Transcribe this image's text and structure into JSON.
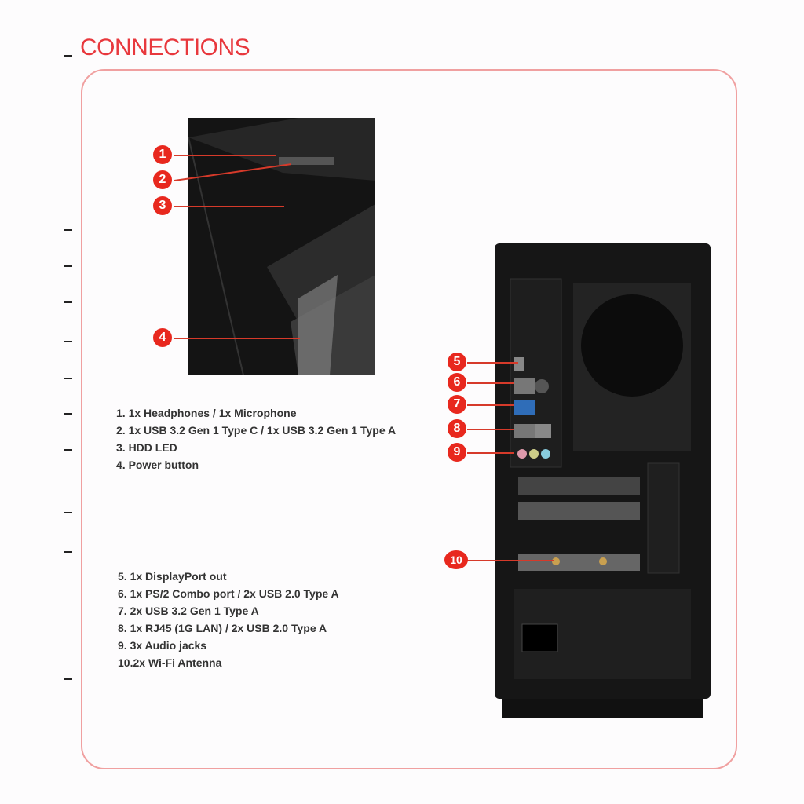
{
  "header": {
    "title": "CONNECTIONS"
  },
  "front": {
    "callouts": [
      "1",
      "2",
      "3",
      "4"
    ],
    "items": [
      "1. 1x Headphones / 1x Microphone",
      "2. 1x USB 3.2 Gen 1 Type C / 1x USB 3.2 Gen 1 Type A",
      "3. HDD LED",
      "4. Power button"
    ]
  },
  "rear": {
    "callouts": [
      "5",
      "6",
      "7",
      "8",
      "9",
      "10"
    ],
    "items": [
      "5. 1x DisplayPort out",
      "6. 1x PS/2 Combo port / 2x USB 2.0 Type A",
      "7. 2x USB 3.2 Gen 1 Type A",
      "8. 1x RJ45 (1G LAN) / 2x USB 2.0 Type A",
      "9. 3x Audio jacks",
      "10.2x Wi-Fi Antenna"
    ]
  },
  "colors": {
    "accent": "#e8281e",
    "title": "#e8383d",
    "frame": "#f0a0a0"
  }
}
